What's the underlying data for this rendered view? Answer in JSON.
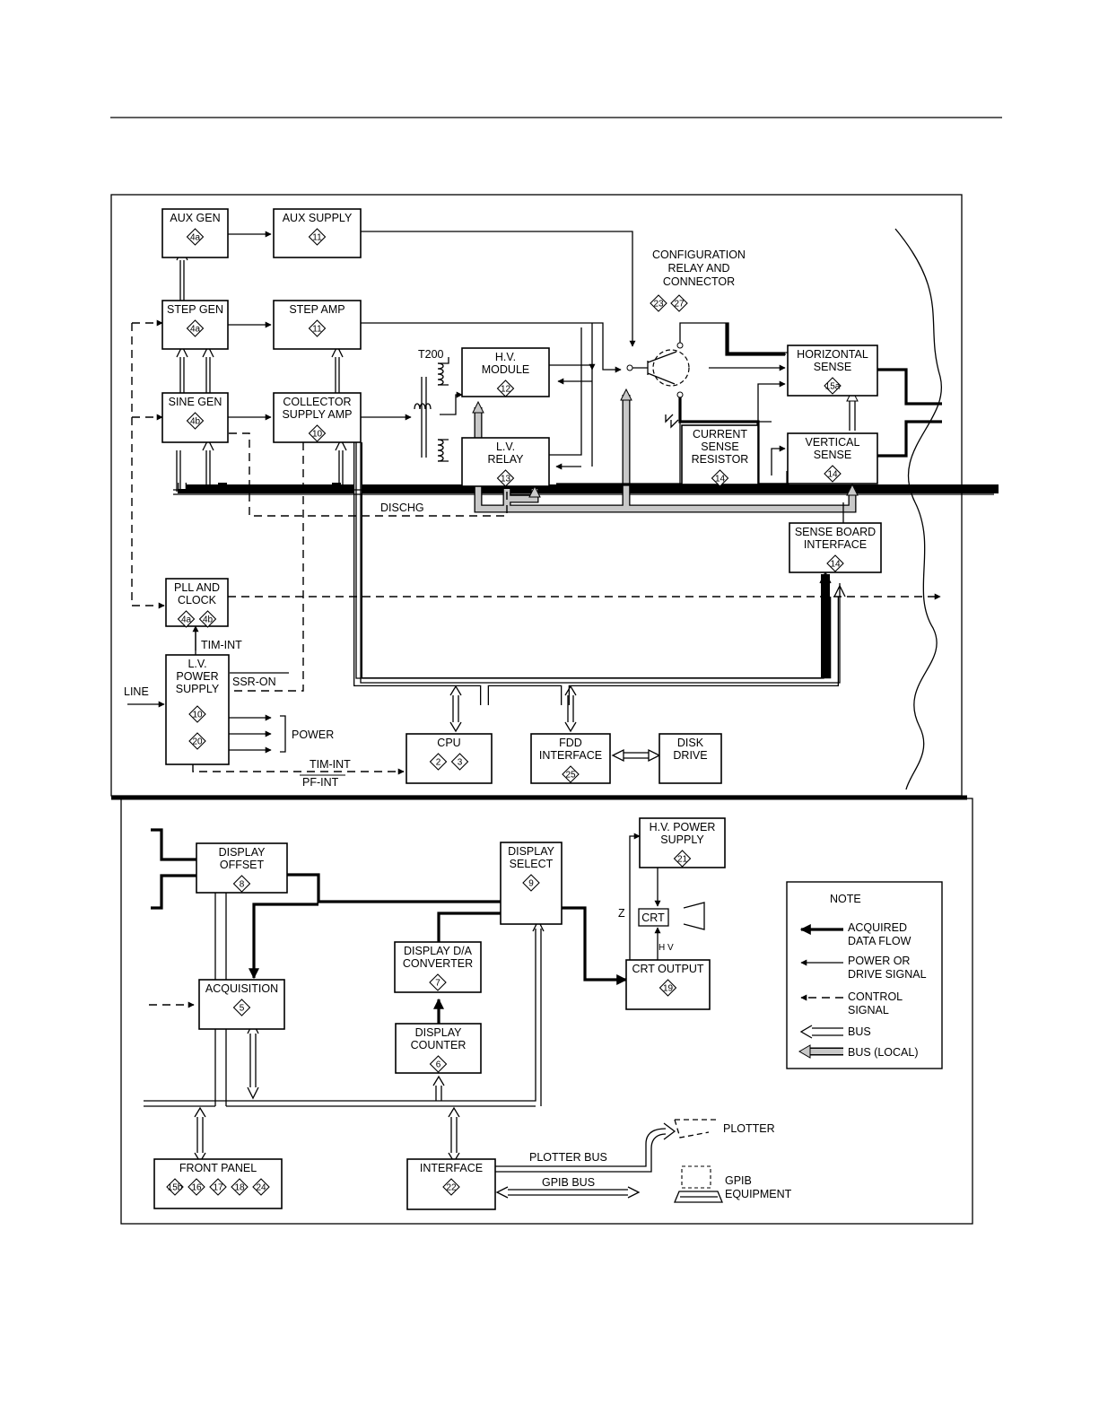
{
  "diagram": {
    "title": "",
    "blocks": {
      "aux_gen": {
        "lines": [
          "AUX GEN"
        ],
        "refs": [
          "4a"
        ]
      },
      "aux_supply": {
        "lines": [
          "AUX SUPPLY"
        ],
        "refs": [
          "11"
        ]
      },
      "step_gen": {
        "lines": [
          "STEP GEN"
        ],
        "refs": [
          "4a"
        ]
      },
      "step_amp": {
        "lines": [
          "STEP AMP"
        ],
        "refs": [
          "11"
        ]
      },
      "sine_gen": {
        "lines": [
          "SINE GEN"
        ],
        "refs": [
          "4b"
        ]
      },
      "collector_supply_amp": {
        "lines": [
          "COLLECTOR",
          "SUPPLY AMP"
        ],
        "refs": [
          "10"
        ]
      },
      "hv_module": {
        "lines": [
          "H.V.",
          "MODULE"
        ],
        "refs": [
          "12"
        ]
      },
      "lv_relay": {
        "lines": [
          "L.V.",
          "RELAY"
        ],
        "refs": [
          "13"
        ]
      },
      "horizontal_sense": {
        "lines": [
          "HORIZONTAL",
          "SENSE"
        ],
        "refs": [
          "15a"
        ]
      },
      "vertical_sense": {
        "lines": [
          "VERTICAL",
          "SENSE"
        ],
        "refs": [
          "14"
        ]
      },
      "current_sense_resistor": {
        "lines": [
          "CURRENT",
          "SENSE",
          "RESISTOR"
        ],
        "refs": [
          "14"
        ]
      },
      "sense_board_interface": {
        "lines": [
          "SENSE BOARD",
          "INTERFACE"
        ],
        "refs": [
          "14"
        ]
      },
      "pll_clock": {
        "lines": [
          "PLL AND",
          "CLOCK"
        ],
        "refs": [
          "4a",
          "4b"
        ]
      },
      "lv_power_supply": {
        "lines": [
          "L.V.",
          "POWER",
          "SUPPLY"
        ],
        "refs": [
          "10",
          "20"
        ]
      },
      "cpu": {
        "lines": [
          "CPU"
        ],
        "refs": [
          "2",
          "3"
        ]
      },
      "fdd_interface": {
        "lines": [
          "FDD",
          "INTERFACE"
        ],
        "refs": [
          "25"
        ]
      },
      "disk_drive": {
        "lines": [
          "DISK",
          "DRIVE"
        ],
        "refs": []
      },
      "display_offset": {
        "lines": [
          "DISPLAY",
          "OFFSET"
        ],
        "refs": [
          "8"
        ]
      },
      "display_select": {
        "lines": [
          "DISPLAY",
          "SELECT"
        ],
        "refs": [
          "9"
        ]
      },
      "hv_power_supply": {
        "lines": [
          "H.V. POWER",
          "SUPPLY"
        ],
        "refs": [
          "21"
        ]
      },
      "acquisition": {
        "lines": [
          "ACQUISITION"
        ],
        "refs": [
          "5"
        ]
      },
      "display_da_converter": {
        "lines": [
          "DISPLAY D/A",
          "CONVERTER"
        ],
        "refs": [
          "7"
        ]
      },
      "display_counter": {
        "lines": [
          "DISPLAY",
          "COUNTER"
        ],
        "refs": [
          "6"
        ]
      },
      "crt_output": {
        "lines": [
          "CRT OUTPUT"
        ],
        "refs": [
          "19"
        ]
      },
      "front_panel": {
        "lines": [
          "FRONT PANEL"
        ],
        "refs": [
          "15b",
          "16",
          "17",
          "18",
          "24"
        ]
      },
      "interface": {
        "lines": [
          "INTERFACE"
        ],
        "refs": [
          "22"
        ]
      }
    },
    "labels": {
      "configuration": [
        "CONFIGURATION",
        "RELAY AND",
        "CONNECTOR"
      ],
      "configuration_refs": [
        "23",
        "27"
      ],
      "t200": "T200",
      "dischg": "DISCHG",
      "line": "LINE",
      "power": "POWER",
      "tim_int_upper": "TIM-INT",
      "ssr_on": "SSR-ON",
      "tim_int_lower": "TIM-INT",
      "pf_int": "PF-INT",
      "crt": "CRT",
      "z": "Z",
      "hv": "H V",
      "plotter_bus": "PLOTTER BUS",
      "gpib_bus": "GPIB BUS",
      "plotter": "PLOTTER",
      "gpib_equipment": [
        "GPIB",
        "EQUIPMENT"
      ]
    },
    "legend": {
      "title": "NOTE",
      "items": [
        {
          "key": "acquired",
          "lines": [
            "ACQUIRED",
            "DATA FLOW"
          ]
        },
        {
          "key": "power",
          "lines": [
            "POWER OR",
            "DRIVE SIGNAL"
          ]
        },
        {
          "key": "control",
          "lines": [
            "CONTROL",
            "SIGNAL"
          ]
        },
        {
          "key": "bus",
          "lines": [
            "BUS"
          ]
        },
        {
          "key": "bus_local",
          "lines": [
            "BUS (LOCAL)"
          ]
        }
      ]
    }
  }
}
